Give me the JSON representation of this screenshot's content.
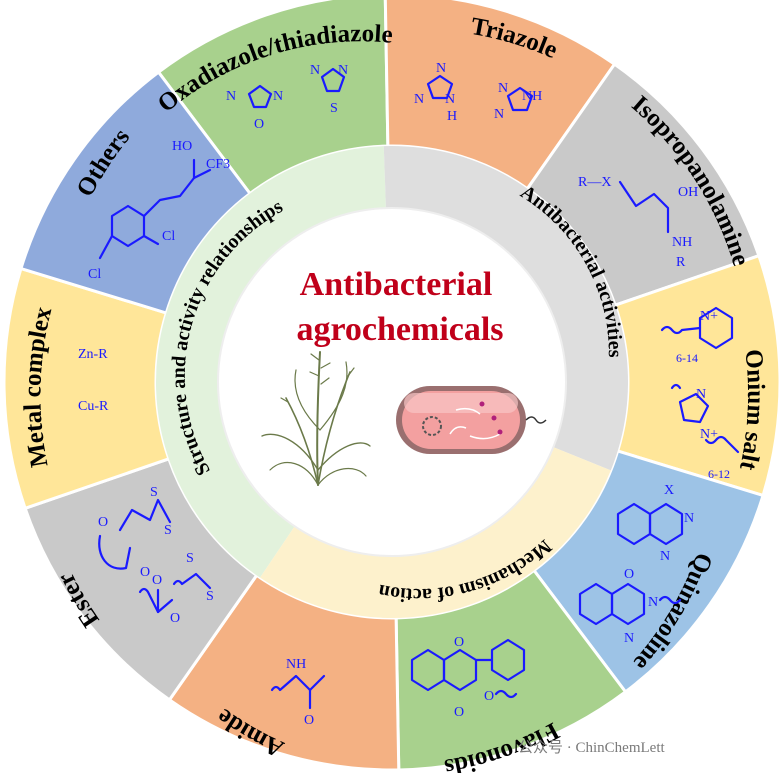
{
  "title": {
    "line1": "Antibacterial",
    "line2": "agrochemicals"
  },
  "ring_labels": [
    {
      "id": "sar",
      "text": "Structure and activity relationships",
      "color": "#e2f2dc"
    },
    {
      "id": "activities",
      "text": "Antibacterial activities",
      "color": "#dedede"
    },
    {
      "id": "mechanism",
      "text": "Mechanism of action",
      "color": "#fdf1cc"
    }
  ],
  "segments": [
    {
      "id": "oxadiazole",
      "label": "Oxadiazole/thiadiazole",
      "color": "#a8d18d"
    },
    {
      "id": "triazole",
      "label": "Triazole",
      "color": "#f4b183"
    },
    {
      "id": "isopropanolamine",
      "label": "Isopropanolamine",
      "color": "#c9c9c9"
    },
    {
      "id": "onium",
      "label": "Onium salt",
      "color": "#ffe699"
    },
    {
      "id": "quinazoline",
      "label": "Quinazoline",
      "color": "#9dc3e6"
    },
    {
      "id": "flavonoids",
      "label": "Flavonoids",
      "color": "#a8d18d"
    },
    {
      "id": "amide",
      "label": "Amide",
      "color": "#f4b183"
    },
    {
      "id": "ester",
      "label": "Ester",
      "color": "#c9c9c9"
    },
    {
      "id": "metal",
      "label": "Metal complex",
      "color": "#ffe699"
    },
    {
      "id": "others",
      "label": "Others",
      "color": "#8faadc"
    }
  ],
  "chem_labels": {
    "nh": "NH",
    "h": "H",
    "n": "N",
    "o": "O",
    "s": "S",
    "ho": "HO",
    "oh": "OH",
    "cf3": "CF3",
    "cl": "Cl",
    "r": "R",
    "x": "X",
    "rx": "R—X",
    "zn": "Zn-R",
    "cu": "Cu-R",
    "n_plus": "N+",
    "range1": "6-14",
    "range2": "6-12"
  },
  "watermark": "公众号 · ChinChemLett",
  "colors": {
    "title": "#c0001a",
    "chem": "#1a1aff",
    "inner_bg": "#ffffff"
  }
}
